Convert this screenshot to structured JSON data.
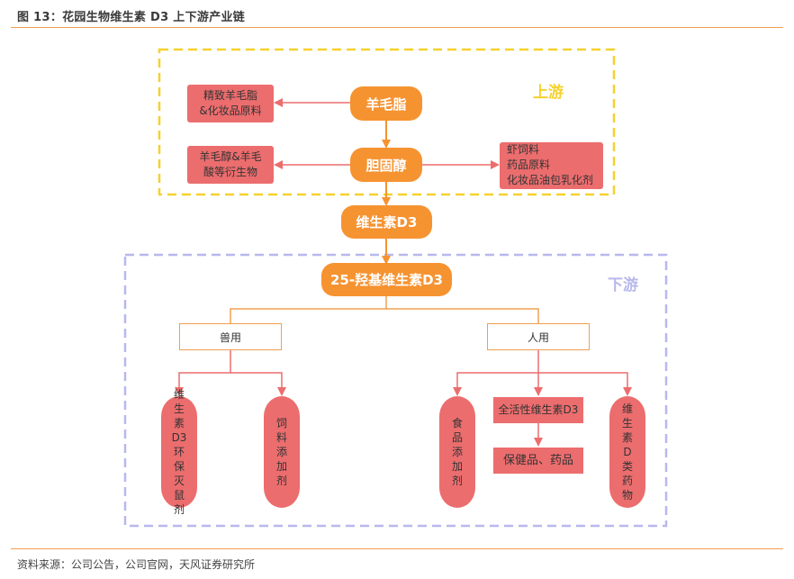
{
  "figure": {
    "title": "图 13：花园生物维生素 D3 上下游产业链",
    "source": "资料来源：公司公告，公司官网，天风证券研究所"
  },
  "regions": {
    "upstream_label": "上游",
    "downstream_label": "下游"
  },
  "colors": {
    "accent_orange": "#f69331",
    "node_red": "#ec6d6e",
    "upstream_border": "#f5d12e",
    "downstream_border": "#b7b8ec",
    "rule": "#f0a050"
  },
  "nodes": {
    "lanolin": "羊毛脂",
    "refined_lanolin": [
      "精致羊毛脂",
      "&化妆品原料"
    ],
    "cholesterol": "胆固醇",
    "lanolin_alcohol": [
      "羊毛醇&羊毛",
      "酸等衍生物"
    ],
    "cholesterol_uses": [
      "虾饲料",
      "药品原料",
      "化妆品油包乳化剂"
    ],
    "vitamin_d3": "维生素D3",
    "hydroxy_d3": "25-羟基维生素D3",
    "veterinary": "兽用",
    "human": "人用",
    "rodenticide": [
      "维",
      "生",
      "素",
      "D3",
      "环",
      "保",
      "灭",
      "鼠",
      "剂"
    ],
    "feed_additive": [
      "饲",
      "料",
      "添",
      "加",
      "剂"
    ],
    "food_additive": [
      "食",
      "品",
      "添",
      "加",
      "剂"
    ],
    "active_d3": "全活性维生素D3",
    "health_products": "保健品、药品",
    "vitamin_d_drugs": [
      "维",
      "生",
      "素",
      "D",
      "类",
      "药",
      "物"
    ]
  }
}
